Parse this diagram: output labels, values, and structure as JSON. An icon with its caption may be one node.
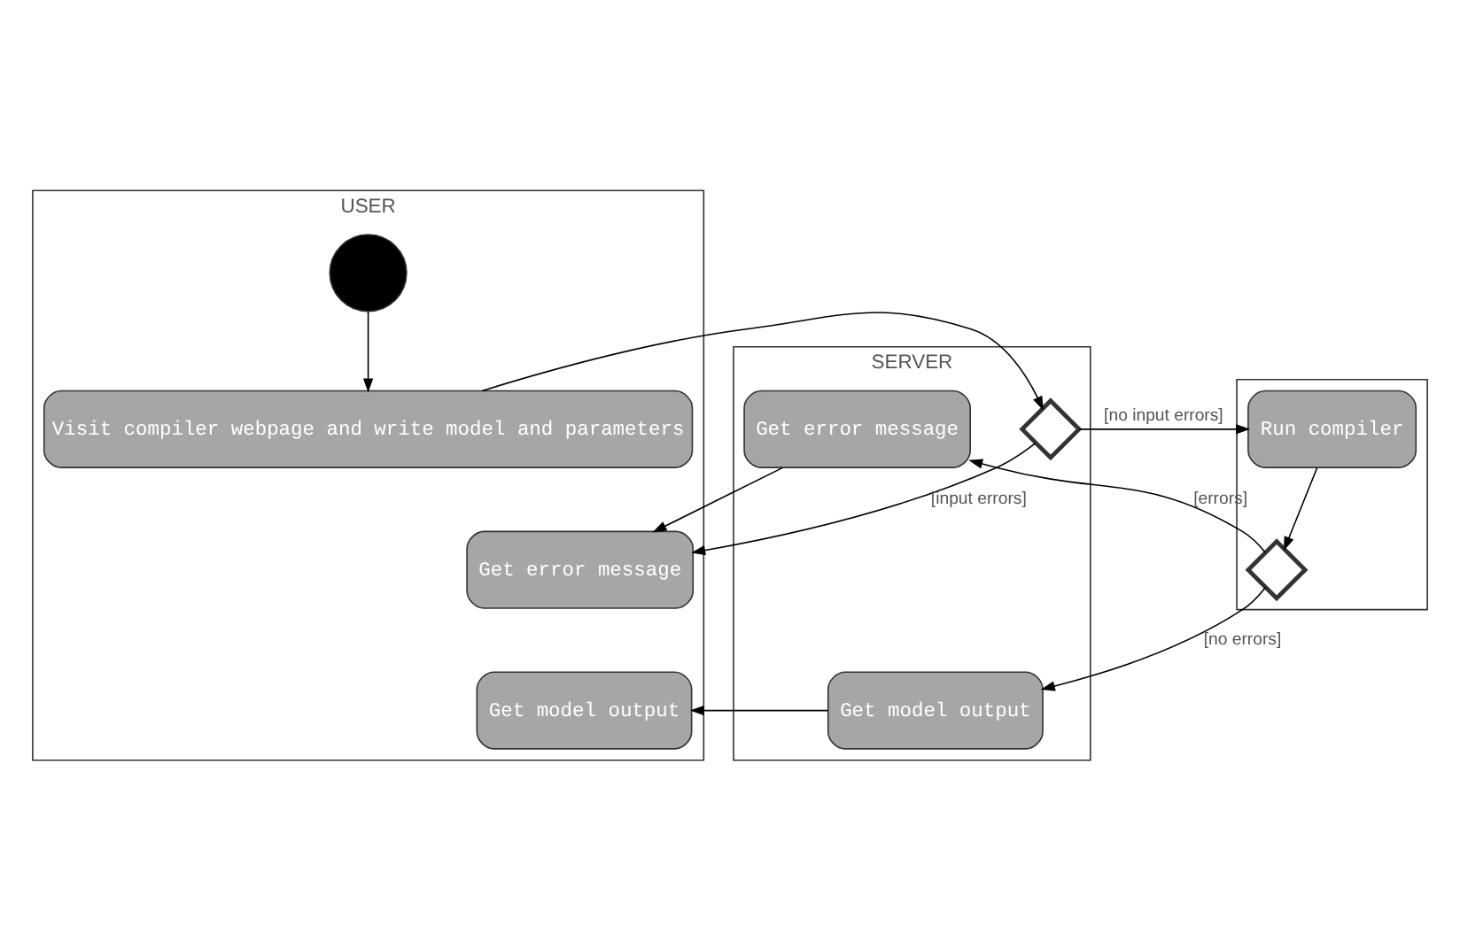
{
  "diagram": {
    "nodes": [
      {
        "text": [
          "USER"
        ]
      },
      {
        "text": [
          "SERVER"
        ]
      },
      {
        "text": [],
        "shape": "box"
      },
      {
        "text": [],
        "shape": "circle",
        "in": 0
      },
      {
        "text": [
          "Visit compiler webpage and write model and parameters"
        ],
        "in": 0
      },
      {
        "text": [],
        "shape": "diamond",
        "in": 1
      },
      {
        "text": [
          "Run compiler"
        ],
        "in": 2
      },
      {
        "text": [
          "Get error message"
        ],
        "in": 0
      },
      {
        "text": [],
        "shape": "diamond",
        "in": 2
      },
      {
        "text": [
          "Get error message"
        ],
        "in": 1
      },
      {
        "text": [
          "Get model output"
        ],
        "in": 0
      },
      {
        "text": [
          "Get model output"
        ],
        "in": 1
      }
    ],
    "edges": [
      {
        "from": 3,
        "to": 4,
        "arrow": "to"
      },
      {
        "from": 4,
        "to": 5,
        "arrow": "to"
      },
      {
        "from": 5,
        "to": 6,
        "arrow": "to",
        "label": "[no input errors]"
      },
      {
        "from": 5,
        "to": 7,
        "arrow": "to",
        "label": "[input errors]"
      },
      {
        "from": 6,
        "to": 8,
        "arrow": "to"
      },
      {
        "from": 8,
        "to": 9,
        "arrow": "to",
        "label": "[errors]"
      },
      {
        "from": 9,
        "to": 7,
        "arrow": "to"
      },
      {
        "from": 8,
        "to": 11,
        "arrow": "to",
        "label": "[no errors]"
      },
      {
        "from": 11,
        "to": 10,
        "arrow": "to"
      }
    ]
  }
}
